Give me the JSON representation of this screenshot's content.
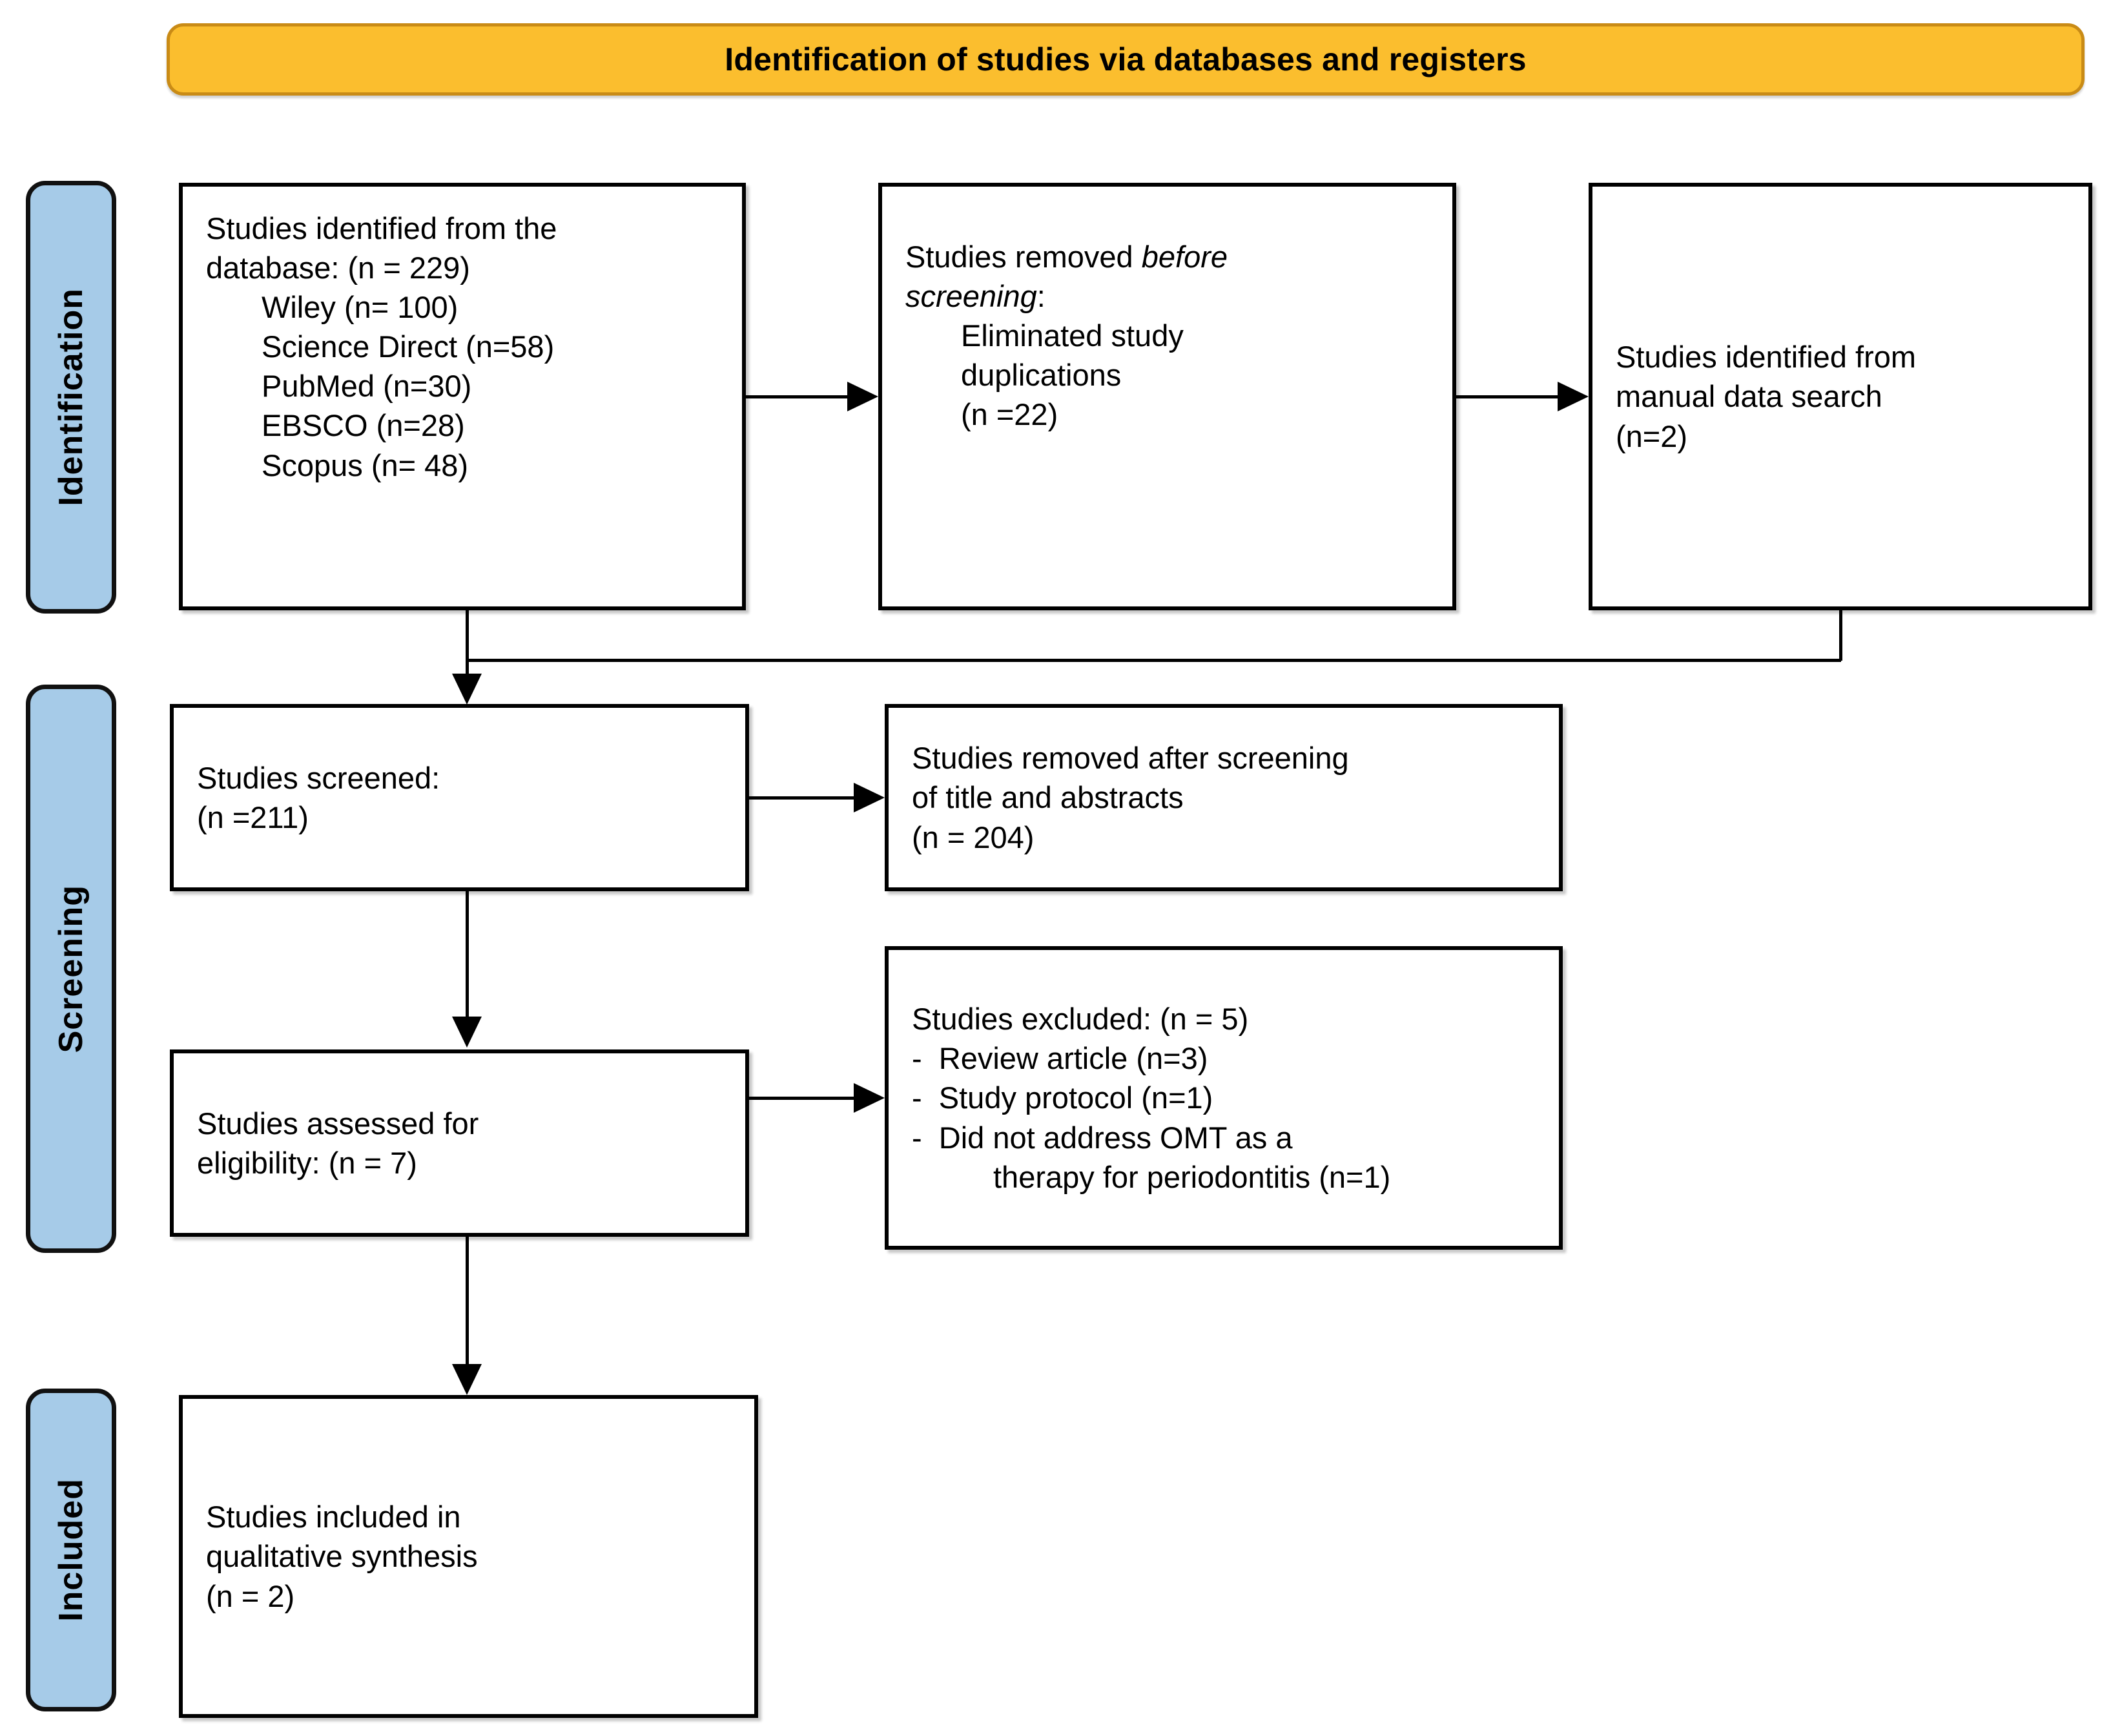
{
  "banner": {
    "title": "Identification of studies via databases and registers"
  },
  "stages": [
    {
      "id": "identification",
      "label": "Identification"
    },
    {
      "id": "screening",
      "label": "Screening"
    },
    {
      "id": "included",
      "label": "Included"
    }
  ],
  "boxes": {
    "identified_db": {
      "line1": "Studies identified from the",
      "line2": "database: (n = 229)",
      "sources": [
        "Wiley (n= 100)",
        "Science Direct (n=58)",
        "PubMed (n=30)",
        "EBSCO (n=28)",
        "Scopus (n= 48)"
      ]
    },
    "removed_before": {
      "line1": "Studies removed ",
      "line1_italic": "before",
      "line2_italic": "screening",
      "line2_tail": ":",
      "detail1": "Eliminated study",
      "detail2": "duplications",
      "count": "(n =22)"
    },
    "manual_search": {
      "line1": "Studies identified from",
      "line2": "manual data search",
      "count": "(n=2)"
    },
    "screened": {
      "line1": "Studies screened:",
      "count": "(n =211)"
    },
    "removed_after": {
      "line1": "Studies removed after screening",
      "line2": "of title and abstracts",
      "count": "(n = 204)"
    },
    "eligibility": {
      "line1": "Studies assessed for",
      "line2": "eligibility: (n = 7)"
    },
    "excluded": {
      "heading": "Studies excluded: (n = 5)",
      "reasons": [
        "-  Review article (n=3)",
        "-  Study protocol (n=1)",
        "-  Did not address OMT as a"
      ],
      "reason3_cont": "therapy for periodontitis (n=1)"
    },
    "included_final": {
      "line1": "Studies included in",
      "line2": "qualitative synthesis",
      "count": "(n = 2)"
    }
  },
  "chart_data": {
    "type": "flowchart",
    "title": "Identification of studies via databases and registers",
    "stages": [
      "Identification",
      "Screening",
      "Included"
    ],
    "nodes": [
      {
        "id": "identified_db",
        "stage": "Identification",
        "label": "Studies identified from the database",
        "n": 229,
        "breakdown": [
          {
            "source": "Wiley",
            "n": 100
          },
          {
            "source": "Science Direct",
            "n": 58
          },
          {
            "source": "PubMed",
            "n": 30
          },
          {
            "source": "EBSCO",
            "n": 28
          },
          {
            "source": "Scopus",
            "n": 48
          }
        ]
      },
      {
        "id": "removed_before",
        "stage": "Identification",
        "label": "Studies removed before screening: Eliminated study duplications",
        "n": 22
      },
      {
        "id": "manual_search",
        "stage": "Identification",
        "label": "Studies identified from manual data search",
        "n": 2
      },
      {
        "id": "screened",
        "stage": "Screening",
        "label": "Studies screened",
        "n": 211
      },
      {
        "id": "removed_after",
        "stage": "Screening",
        "label": "Studies removed after screening of title and abstracts",
        "n": 204
      },
      {
        "id": "eligibility",
        "stage": "Screening",
        "label": "Studies assessed for eligibility",
        "n": 7
      },
      {
        "id": "excluded",
        "stage": "Screening",
        "label": "Studies excluded",
        "n": 5,
        "breakdown": [
          {
            "reason": "Review article",
            "n": 3
          },
          {
            "reason": "Study protocol",
            "n": 1
          },
          {
            "reason": "Did not address OMT as a therapy for periodontitis",
            "n": 1
          }
        ]
      },
      {
        "id": "included_final",
        "stage": "Included",
        "label": "Studies included in qualitative synthesis",
        "n": 2
      }
    ],
    "edges": [
      {
        "from": "identified_db",
        "to": "removed_before"
      },
      {
        "from": "removed_before",
        "to": "manual_search"
      },
      {
        "from": "identified_db",
        "to": "screened"
      },
      {
        "from": "manual_search",
        "to": "screened"
      },
      {
        "from": "screened",
        "to": "removed_after"
      },
      {
        "from": "screened",
        "to": "eligibility"
      },
      {
        "from": "eligibility",
        "to": "excluded"
      },
      {
        "from": "eligibility",
        "to": "included_final"
      }
    ],
    "colors": {
      "banner": "#FBBE2E",
      "banner_border": "#C98B16",
      "stage_bar": "#A6CBE8",
      "box_border": "#000000"
    }
  }
}
